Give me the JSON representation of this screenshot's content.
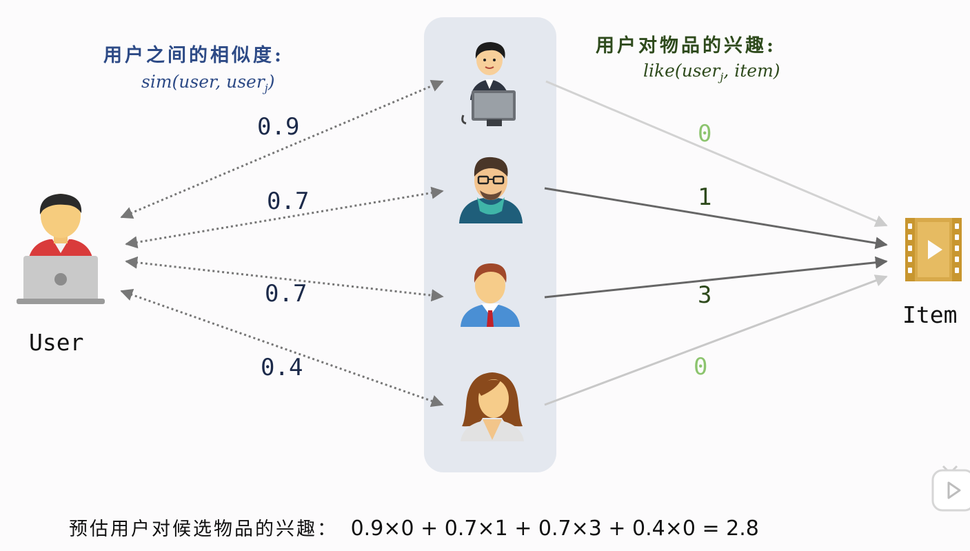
{
  "left_header": {
    "title": "用户之间的相似度:",
    "formula_main": "sim(user, user",
    "formula_sub": "j",
    "formula_close": ")"
  },
  "right_header": {
    "title": "用户对物品的兴趣:",
    "formula_main": "like(user",
    "formula_sub": "j",
    "formula_close": ", item)"
  },
  "user_label": "User",
  "item_label": "Item",
  "similarities": [
    "0.9",
    "0.7",
    "0.7",
    "0.4"
  ],
  "likes": [
    "0",
    "1",
    "3",
    "0"
  ],
  "bottom_text": {
    "prefix": "预估用户对候选物品的兴趣：",
    "equation": "0.9×0 + 0.7×1 + 0.7×3 + 0.4×0 = 2.8"
  },
  "colors": {
    "left_title": "#2d4a86",
    "right_title": "#2e4a1c",
    "like_zero": "#8cc46e",
    "like_nonzero": "#2e4a1c",
    "panel": "#e4e8ef",
    "item_gold": "#d8a94a"
  },
  "icons": [
    "laptop-user-icon",
    "desk-worker-icon",
    "glasses-man-icon",
    "tie-man-icon",
    "woman-icon",
    "film-item-icon",
    "video-play-icon"
  ]
}
